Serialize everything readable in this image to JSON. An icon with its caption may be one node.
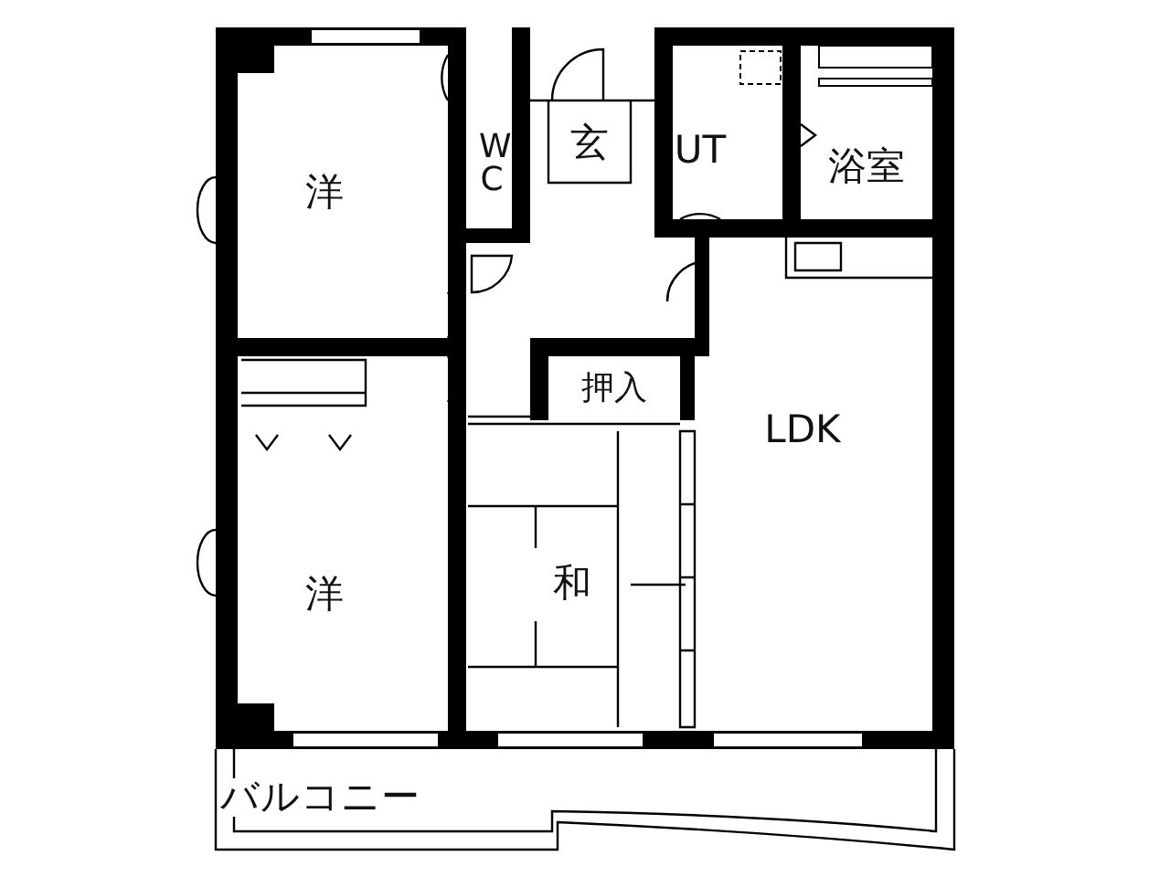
{
  "diagram": {
    "nodes": [
      {
        "text": [
          "洋"
        ]
      },
      {
        "text": [
          "W C"
        ]
      },
      {
        "text": [
          "玄"
        ]
      },
      {
        "text": [
          "UT"
        ]
      },
      {
        "text": [
          "浴室"
        ]
      },
      {
        "text": [
          "押入"
        ]
      },
      {
        "text": [
          "LDK"
        ]
      },
      {
        "text": [
          "洋"
        ]
      },
      {
        "text": [
          "和"
        ]
      },
      {
        "text": [
          "バルコニー"
        ]
      }
    ]
  }
}
